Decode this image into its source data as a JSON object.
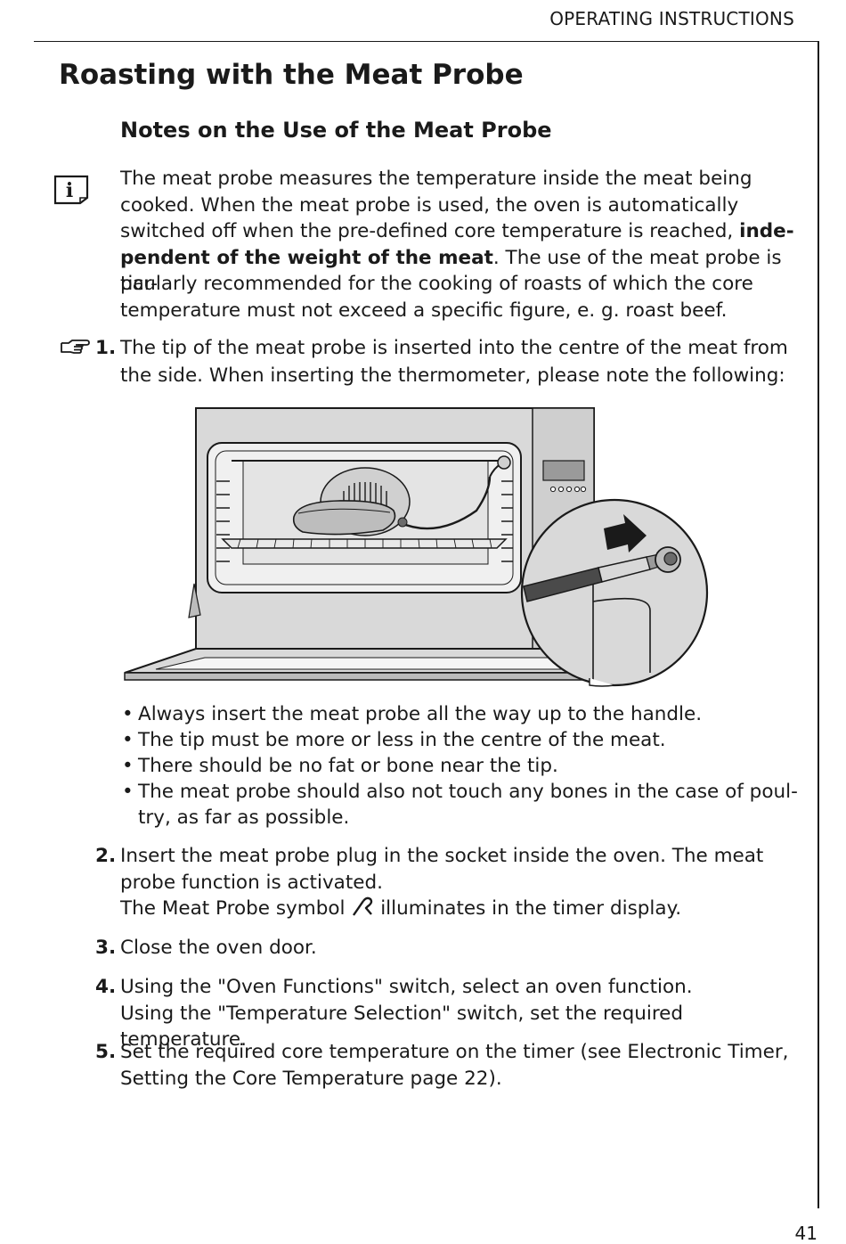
{
  "header": {
    "section_label": "OPERATING INSTRUCTIONS",
    "page_number": "41"
  },
  "title": "Roasting with the Meat Probe",
  "subtitle": "Notes on the Use of the Meat Probe",
  "note": {
    "icon": "info-icon",
    "lines": [
      "The meat probe measures the temperature inside the meat being",
      "cooked. When the meat probe is used, the oven is automatically",
      "switched off when the pre-defined core temperature is reached,"
    ],
    "bold_a": "inde-",
    "bold_b": "pendent of the weight of the meat",
    "rest_a": ". The use of the meat probe is par-",
    "line5": "ticularly recommended for the cooking of roasts of which the core",
    "line6": "temperature must not exceed a specific figure, e. g. roast beef."
  },
  "steps": [
    {
      "number": "1.",
      "icon": "pointing-hand-icon",
      "line1": "The tip of the meat probe is inserted into the centre of the meat from",
      "line2": "the side. When inserting the thermometer, please note the following:"
    },
    {
      "number": "2.",
      "line1": "Insert the meat probe plug in the socket inside the oven. The meat",
      "line2": "probe function is activated.",
      "line3_a": "The Meat Probe symbol",
      "line3_b": "illuminates in the timer display.",
      "symbol_icon": "meat-probe-icon"
    },
    {
      "number": "3.",
      "line1": "Close the oven door."
    },
    {
      "number": "4.",
      "line1": "Using the \"Oven Functions\" switch, select an oven function.",
      "line2": "Using the \"Temperature Selection\" switch, set the required temperature."
    },
    {
      "number": "5.",
      "line1": "Set the required core temperature on the timer (see Electronic Timer,",
      "line2": "Setting the Core Temperature page 22)."
    }
  ],
  "bullets": [
    {
      "line1": "Always insert the meat probe all the way up to the handle."
    },
    {
      "line1": "The tip must be more or less in the centre of the meat."
    },
    {
      "line1": "There should be no fat or bone near the tip."
    },
    {
      "line1": "The meat probe should also not touch any bones in the case of poul-",
      "line2": "try, as far as possible."
    }
  ],
  "bullet_glyph": "•",
  "figure_icon": "oven-with-meat-probe-illustration",
  "colors": {
    "text": "#1a1a1a",
    "figure_fill": "#d9d9d9",
    "figure_dark": "#6b6b6b"
  }
}
